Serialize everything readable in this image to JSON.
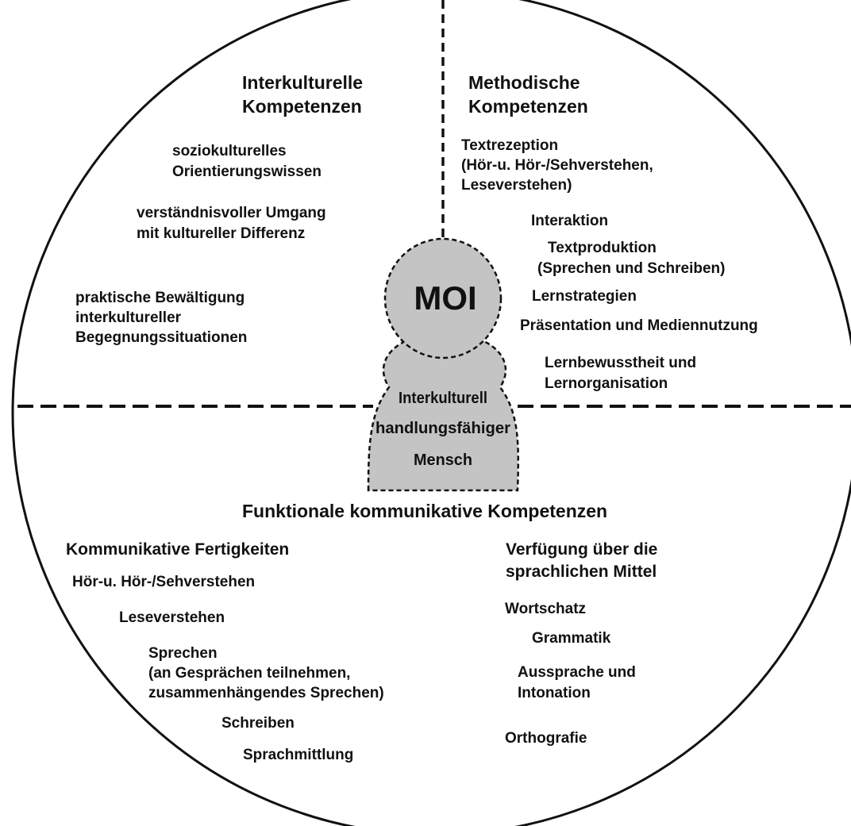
{
  "colors": {
    "line": "#111111",
    "figure_fill": "#c4c4c4",
    "background": "#ffffff"
  },
  "center": {
    "title": "MOI",
    "body_lines": [
      "Interkulturell",
      "handlungsfähiger",
      "Mensch"
    ]
  },
  "intercultural": {
    "heading_lines": [
      "Interkulturelle",
      "Kompetenzen"
    ],
    "items": [
      [
        "soziokulturelles",
        "Orientierungswissen"
      ],
      [
        "verständnisvoller Umgang",
        "mit kultureller Differenz"
      ],
      [
        "praktische Bewältigung",
        "interkultureller",
        "Begegnungssituationen"
      ]
    ]
  },
  "methodical": {
    "heading_lines": [
      "Methodische",
      "Kompetenzen"
    ],
    "items": [
      [
        "Textrezeption",
        "(Hör-u. Hör-/Sehverstehen,",
        "Leseverstehen)"
      ],
      [
        "Interaktion"
      ],
      [
        "Textproduktion",
        "(Sprechen und Schreiben)"
      ],
      [
        "Lernstrategien"
      ],
      [
        "Präsentation und Mediennutzung"
      ],
      [
        "Lernbewusstheit und",
        "Lernorganisation"
      ]
    ]
  },
  "functional": {
    "heading": "Funktionale kommunikative Kompetenzen",
    "skills": {
      "heading": "Kommunikative Fertigkeiten",
      "items": [
        [
          "Hör-u. Hör-/Sehverstehen"
        ],
        [
          "Leseverstehen"
        ],
        [
          "Sprechen",
          "(an Gesprächen teilnehmen,",
          "zusammenhängendes Sprechen)"
        ],
        [
          "Schreiben"
        ],
        [
          "Sprachmittlung"
        ]
      ]
    },
    "language_means": {
      "heading_lines": [
        "Verfügung über die",
        "sprachlichen Mittel"
      ],
      "items": [
        [
          "Wortschatz"
        ],
        [
          "Grammatik"
        ],
        [
          "Aussprache und",
          "Intonation"
        ],
        [
          "Orthografie"
        ]
      ]
    }
  }
}
